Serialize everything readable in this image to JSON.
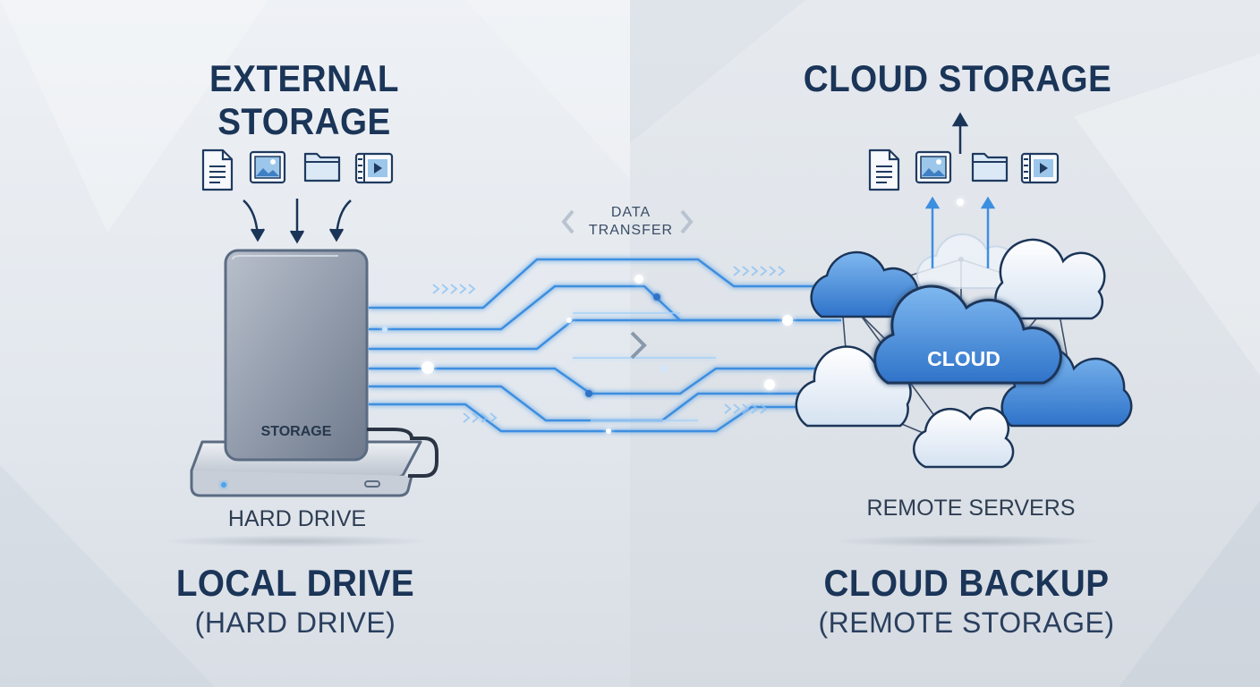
{
  "left": {
    "title": "EXTERNAL STORAGE",
    "drive_label": "STORAGE",
    "device_caption": "HARD DRIVE",
    "bottom_title": "LOCAL DRIVE",
    "bottom_subtitle": "(HARD DRIVE)"
  },
  "right": {
    "title": "CLOUD STORAGE",
    "cloud_label": "CLOUD",
    "device_caption": "REMOTE SERVERS",
    "bottom_title": "CLOUD BACKUP",
    "bottom_subtitle": "(REMOTE STORAGE)"
  },
  "transfer": {
    "line1": "DATA",
    "line2": "TRANSFER"
  },
  "file_icons": [
    "document-icon",
    "image-icon",
    "folder-icon",
    "video-icon"
  ],
  "colors": {
    "title": "#1b3558",
    "line": "#3c8fe0",
    "glow": "#9fd2ff",
    "cloud_main": "#3a82d8",
    "drive": "#8e98a8"
  }
}
